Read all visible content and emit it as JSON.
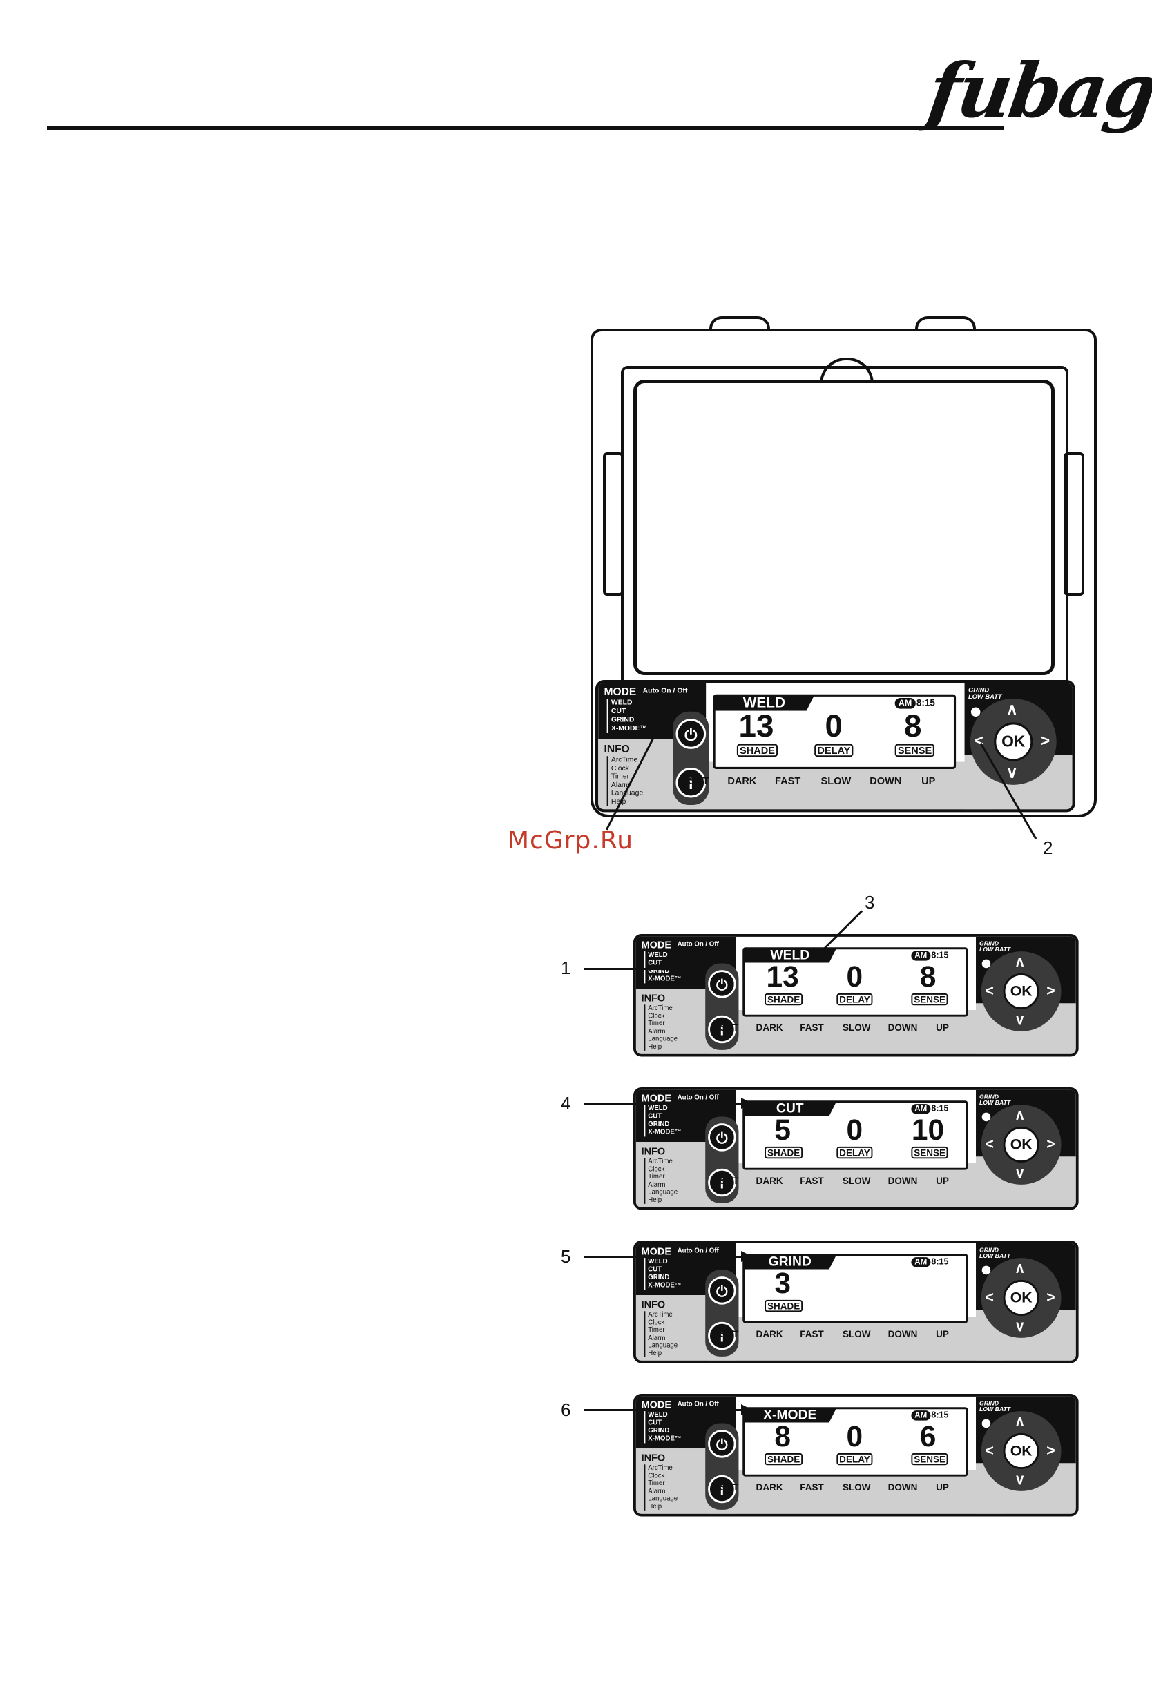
{
  "brand": {
    "logo": "fubag"
  },
  "watermark": "McGrp.Ru",
  "callouts": [
    "1",
    "2",
    "3",
    "4",
    "5",
    "6"
  ],
  "panel_labels": {
    "mode": "MODE",
    "auto": "Auto On / Off",
    "modes": [
      "WELD",
      "CUT",
      "GRIND",
      "X-MODE™"
    ],
    "info": "INFO",
    "info_items": [
      "ArcTime",
      "Clock",
      "Timer",
      "Alarm",
      "Language",
      "Help"
    ],
    "grind_indicator": "GRIND",
    "low_batt": "LOW BATT",
    "ok": "OK",
    "keys": [
      "LIGHT",
      "DARK",
      "FAST",
      "SLOW",
      "DOWN",
      "UP"
    ],
    "shade": "SHADE",
    "delay": "DELAY",
    "sense": "SENSE",
    "am": "AM",
    "time": "8:15"
  },
  "panels": [
    {
      "mode": "WELD",
      "shade": "13",
      "delay": "0",
      "sense": "8"
    },
    {
      "mode": "WELD",
      "shade": "13",
      "delay": "0",
      "sense": "8"
    },
    {
      "mode": "CUT",
      "shade": "5",
      "delay": "0",
      "sense": "10"
    },
    {
      "mode": "GRIND",
      "shade": "3",
      "delay": "",
      "sense": ""
    },
    {
      "mode": "X-MODE",
      "shade": "8",
      "delay": "0",
      "sense": "6"
    }
  ]
}
